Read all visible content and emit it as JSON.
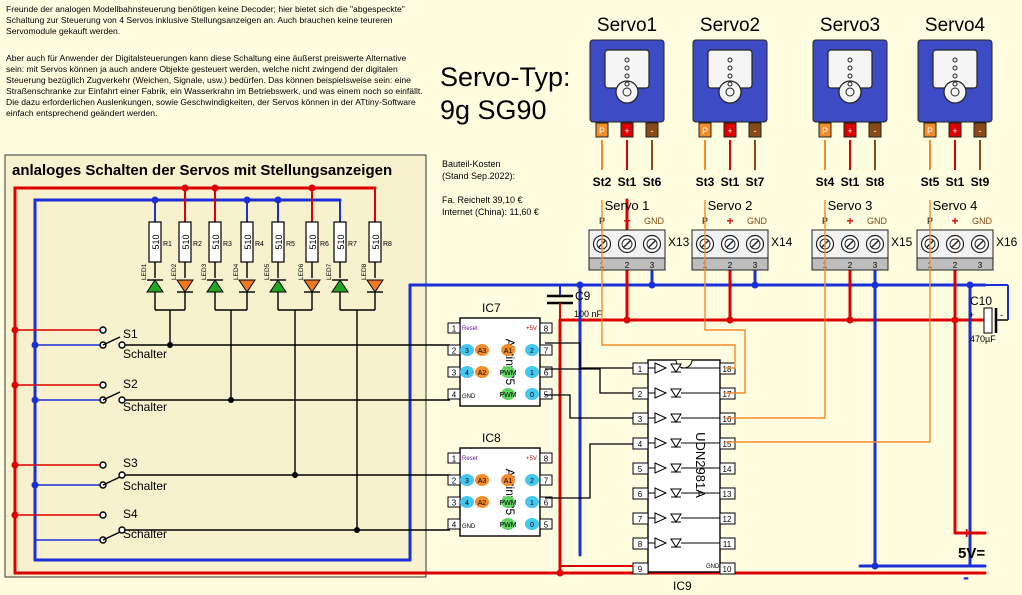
{
  "intro": {
    "paragraph1": "Freunde der analogen Modellbahnsteuerung benötigen keine Decoder; hier bietet sich die \"abgespeckte\" Schaltung zur Steuerung von 4 Servos inklusive Stellungsanzeigen an. Auch brauchen keine teureren Servomodule gekauft werden.",
    "paragraph2": "Aber auch für Anwender der Digitalsteuerungen kann diese Schaltung eine äußerst preiswerte Alternative sein: mit Servos können ja auch andere Objekte gesteuert werden, welche nicht zwingend der digitalen Steuerung bezüglich Zugverkehr (Weichen, Signale, usw.) bedürfen. Das können beispielsweise sein: eine Straßenschranke zur Einfahrt einer Fabrik, ein Wasserkrahn im Betriebswerk, und was einem noch so einfällt. Die dazu erforderlichen Auslenkungen, sowie Geschwindigkeiten, der Servos können in der ATtiny-Software einfach entsprechend geändert werden."
  },
  "panel_title": "anlaloges Schalten der Servos mit Stellungsanzeigen",
  "servo_type": {
    "line1": "Servo-Typ:",
    "line2": "9g SG90"
  },
  "costs": {
    "title": "Bauteil-Kosten",
    "date": "(Stand Sep.2022):",
    "reichelt": "Fa. Reichelt 39,10 €",
    "internet": "Internet (China): 11,60 €"
  },
  "servos": [
    {
      "title": "Servo1",
      "pins": [
        "St2",
        "St1",
        "St6"
      ]
    },
    {
      "title": "Servo2",
      "pins": [
        "St3",
        "St1",
        "St7"
      ]
    },
    {
      "title": "Servo3",
      "pins": [
        "St4",
        "St1",
        "St8"
      ]
    },
    {
      "title": "Servo4",
      "pins": [
        "St5",
        "St1",
        "St9"
      ]
    }
  ],
  "servo_pin_letters": [
    "P",
    "+",
    "-"
  ],
  "terminals": [
    {
      "name": "Servo 1",
      "id": "X13"
    },
    {
      "name": "Servo 2",
      "id": "X14"
    },
    {
      "name": "Servo 3",
      "id": "X15"
    },
    {
      "name": "Servo 4",
      "id": "X16"
    }
  ],
  "terminal_labels": {
    "p": "P",
    "plus": "+",
    "gnd": "GND",
    "n1": "1",
    "n2": "2",
    "n3": "3"
  },
  "resistors": [
    {
      "value": "510",
      "name": "R1"
    },
    {
      "value": "510",
      "name": "R2"
    },
    {
      "value": "510",
      "name": "R3"
    },
    {
      "value": "510",
      "name": "R4"
    },
    {
      "value": "510",
      "name": "R5"
    },
    {
      "value": "510",
      "name": "R6"
    },
    {
      "value": "510",
      "name": "R7"
    },
    {
      "value": "510",
      "name": "R8"
    }
  ],
  "leds": [
    "LED1",
    "LED2",
    "LED3",
    "LED4",
    "LED5",
    "LED6",
    "LED7",
    "LED8"
  ],
  "switches": [
    {
      "name": "S1",
      "label": "Schalter"
    },
    {
      "name": "S2",
      "label": "Schalter"
    },
    {
      "name": "S3",
      "label": "Schalter"
    },
    {
      "name": "S4",
      "label": "Schalter"
    }
  ],
  "ic7": {
    "name": "IC7",
    "chip": "ATtiny85"
  },
  "ic8": {
    "name": "IC8",
    "chip": "ATtiny85"
  },
  "ic_pin_labels": {
    "reset": "Reset",
    "vcc": "+5V",
    "gnd": "GND"
  },
  "ic_left_pins": [
    "1",
    "2",
    "3",
    "4"
  ],
  "ic_right_pins": [
    "8",
    "7",
    "6",
    "5"
  ],
  "ic_badges": {
    "left": [
      "3",
      "4"
    ],
    "right": [
      "2",
      "1",
      "0"
    ],
    "analog": [
      "A3",
      "A2",
      "A1"
    ],
    "pwm": [
      "PWM",
      "PWM"
    ]
  },
  "ic9": {
    "name": "IC9",
    "chip": "UDN2981A"
  },
  "ic9_left_pins": [
    "1",
    "2",
    "3",
    "4",
    "5",
    "6",
    "7",
    "8",
    "9"
  ],
  "ic9_right_pins": [
    "18",
    "17",
    "16",
    "15",
    "14",
    "13",
    "12",
    "11",
    "10"
  ],
  "ic9_gnd": "GND",
  "capacitors": [
    {
      "name": "C9",
      "value": "100 nF"
    },
    {
      "name": "C10",
      "value": "470µF"
    }
  ],
  "c10_marks": {
    "plus": "+",
    "minus": "-"
  },
  "supply": {
    "plus": "+",
    "label": "5V=",
    "minus": "-"
  },
  "colors": {
    "background": "#fefde0",
    "panel": "#f7f1cd",
    "vcc": "#dd0000",
    "gnd": "#1a2fd6",
    "signal": "#000000",
    "control": "#f28c28",
    "servo_body": "#3d4cc4",
    "led_green": "#1fa51f",
    "led_orange": "#f07a1c"
  }
}
